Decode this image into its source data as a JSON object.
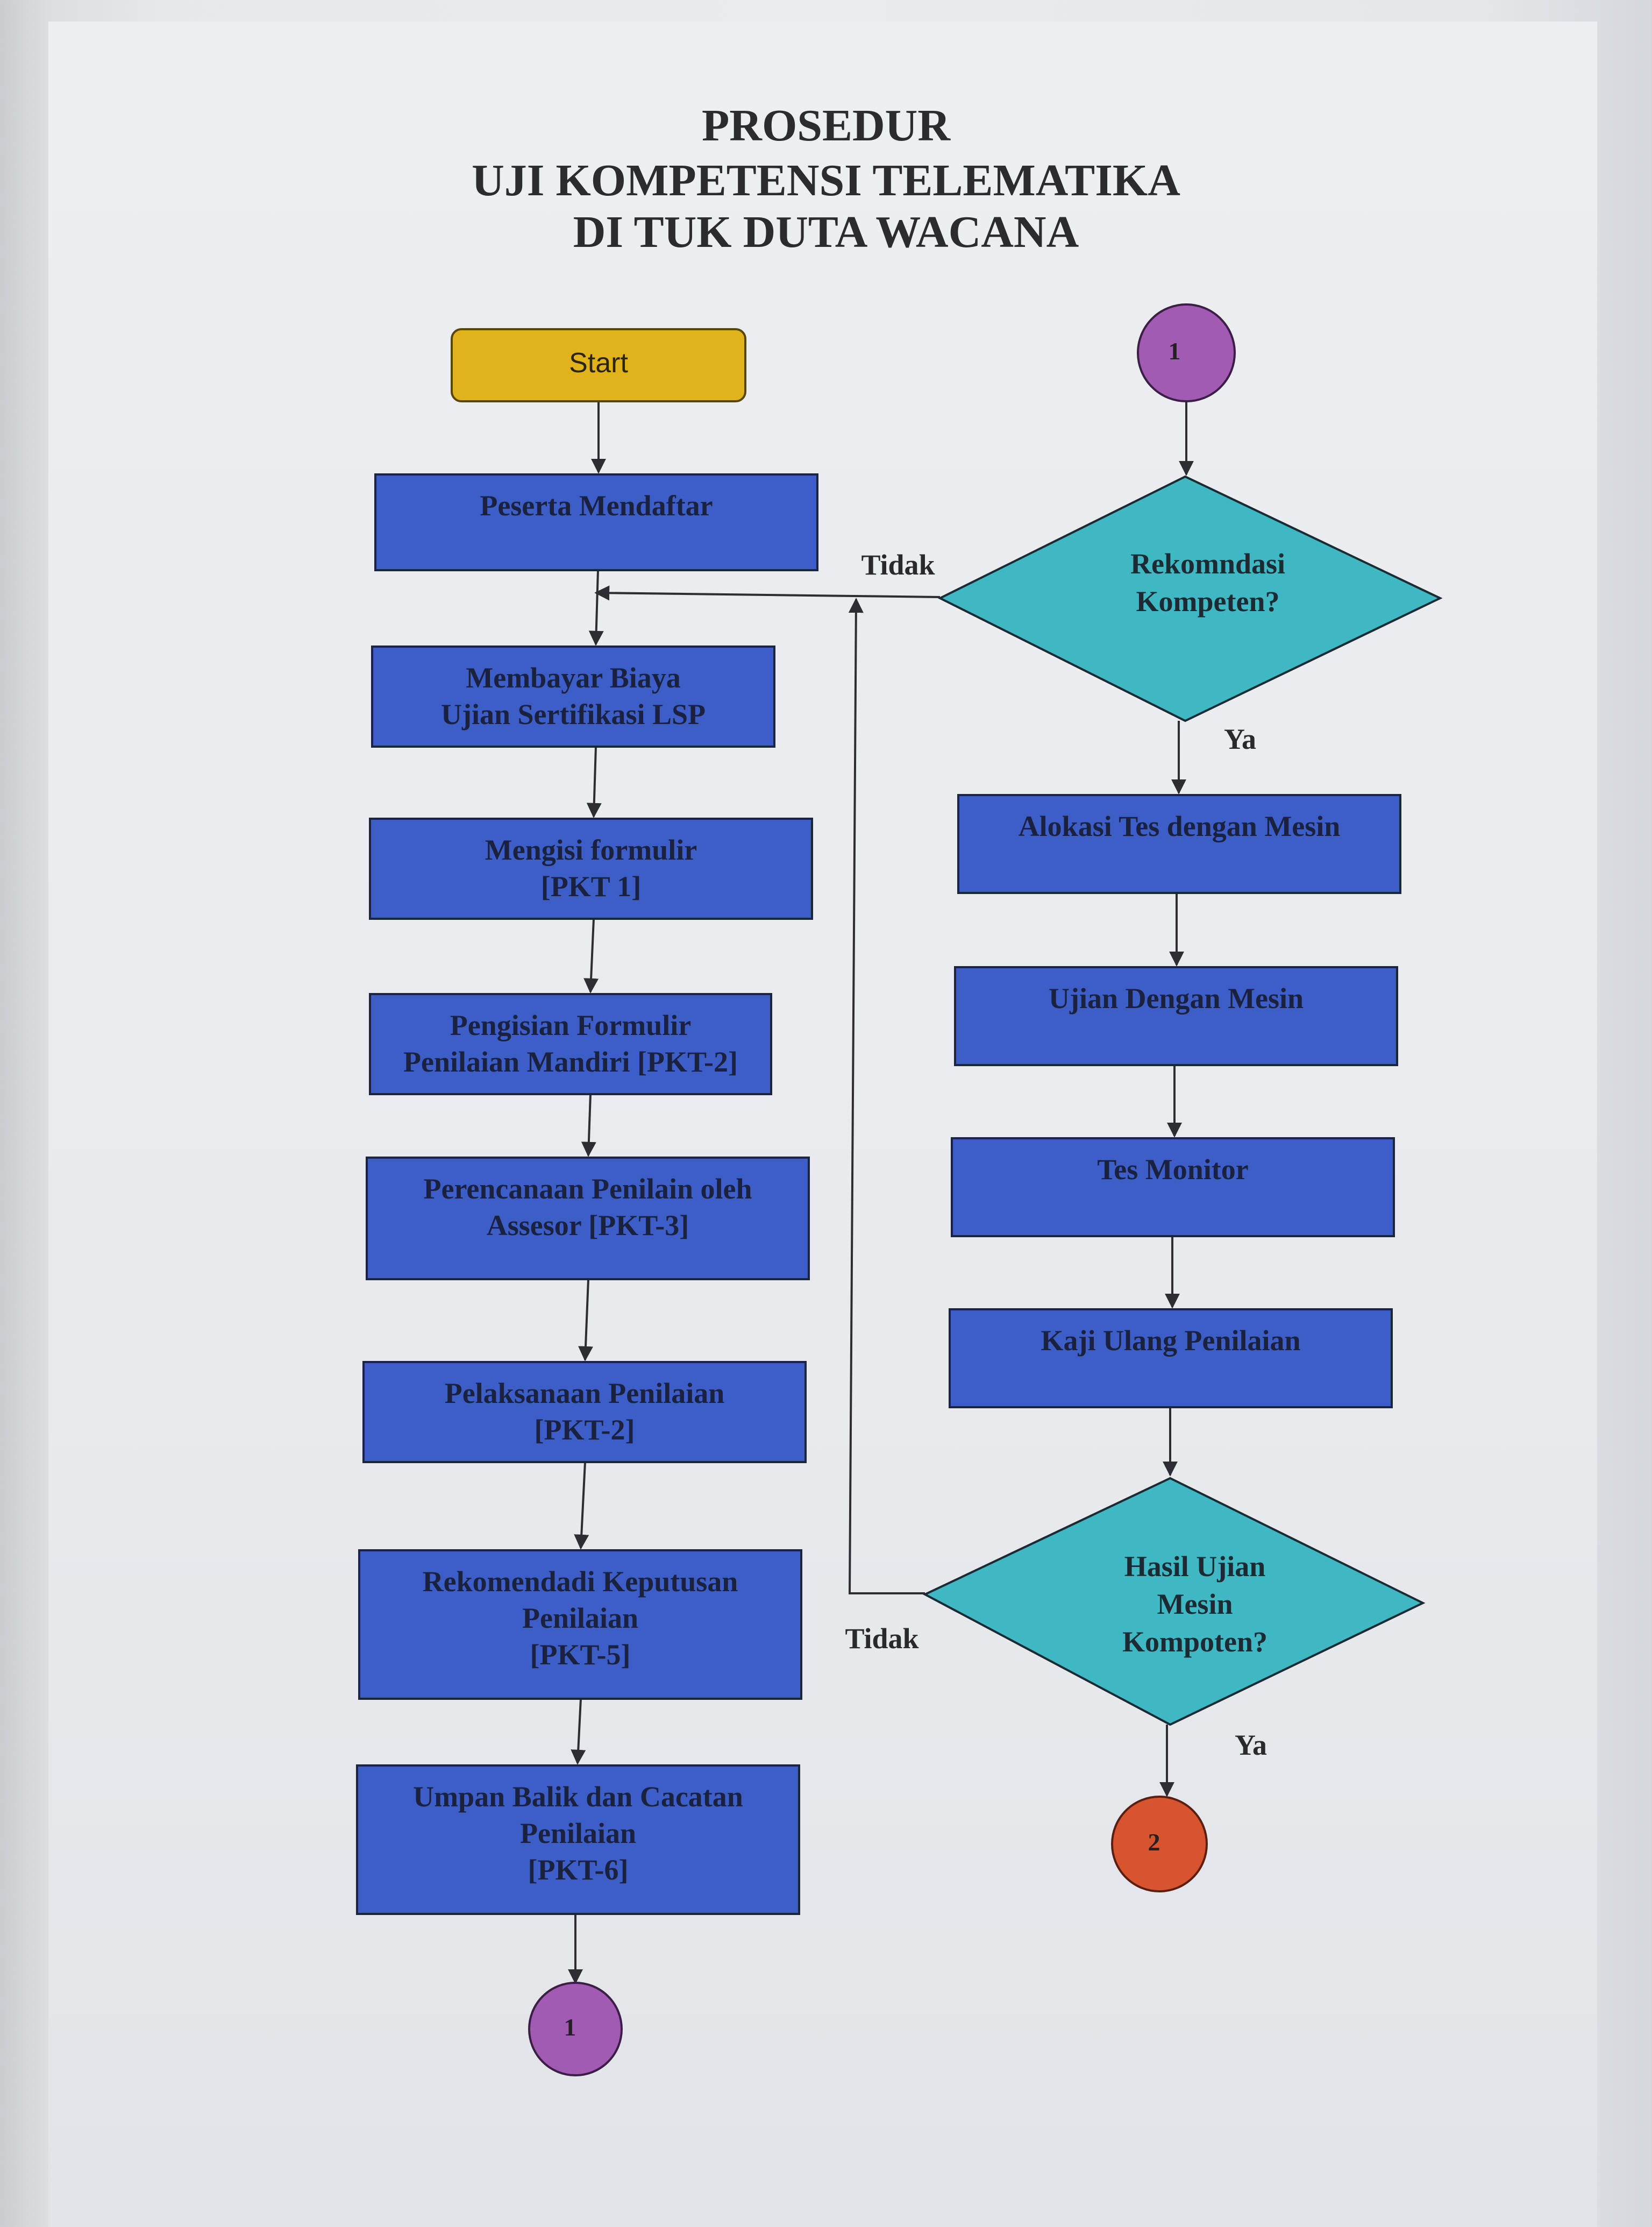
{
  "title": {
    "line1": "PROSEDUR",
    "line2": "UJI KOMPETENSI TELEMATIKA",
    "line3": "DI TUK DUTA WACANA"
  },
  "left_column": {
    "start": "Start",
    "steps": [
      [
        "Peserta Mendaftar"
      ],
      [
        "Membayar Biaya",
        "Ujian Sertifikasi LSP"
      ],
      [
        "Mengisi formulir",
        "[PKT 1]"
      ],
      [
        "Pengisian Formulir",
        "Penilaian Mandiri [PKT-2]"
      ],
      [
        "Perencanaan Penilain oleh",
        "Assesor [PKT-3]"
      ],
      [
        "Pelaksanaan Penilaian",
        "[PKT-2]"
      ],
      [
        "Rekomendadi Keputusan",
        "Penilaian",
        "[PKT-5]"
      ],
      [
        "Umpan Balik dan Cacatan",
        "Penilaian",
        "[PKT-6]"
      ]
    ],
    "end_connector": "1"
  },
  "right_column": {
    "start_connector": "1",
    "decision1": [
      "Rekomndasi",
      "Kompeten?"
    ],
    "decision1_no": "Tidak",
    "decision1_yes": "Ya",
    "steps": [
      [
        "Alokasi Tes  dengan Mesin"
      ],
      [
        "Ujian Dengan Mesin"
      ],
      [
        "Tes Monitor"
      ],
      [
        "Kaji Ulang Penilaian"
      ]
    ],
    "decision2": [
      "Hasil Ujian",
      "Mesin",
      "Kompoten?"
    ],
    "decision2_no": "Tidak",
    "decision2_yes": "Ya",
    "end_connector": "2"
  },
  "colors": {
    "process_fill": "#3d5ec6",
    "process_stroke": "#1c2540",
    "decision_fill": "#3fb8c3",
    "start_fill": "#e0b21c",
    "connector_1": "#a25bb3",
    "connector_2": "#d8542f",
    "line": "#2d2d33"
  }
}
